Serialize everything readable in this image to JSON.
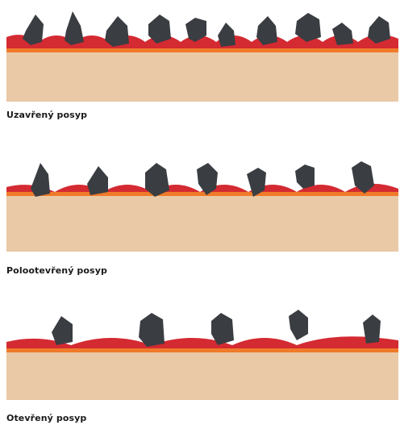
{
  "panels": [
    {
      "caption": "Uzavřený posyp",
      "grain_count": 10
    },
    {
      "caption": "Polootevřený posyp",
      "grain_count": 7
    },
    {
      "caption": "Otevřený posyp",
      "grain_count": 5
    }
  ],
  "colors": {
    "backing": "#e9c9a6",
    "backing_dark": "#d9b48c",
    "glue_red": "#d42a32",
    "glue_edge": "#f07a2a",
    "grain": "#3a3d42"
  }
}
